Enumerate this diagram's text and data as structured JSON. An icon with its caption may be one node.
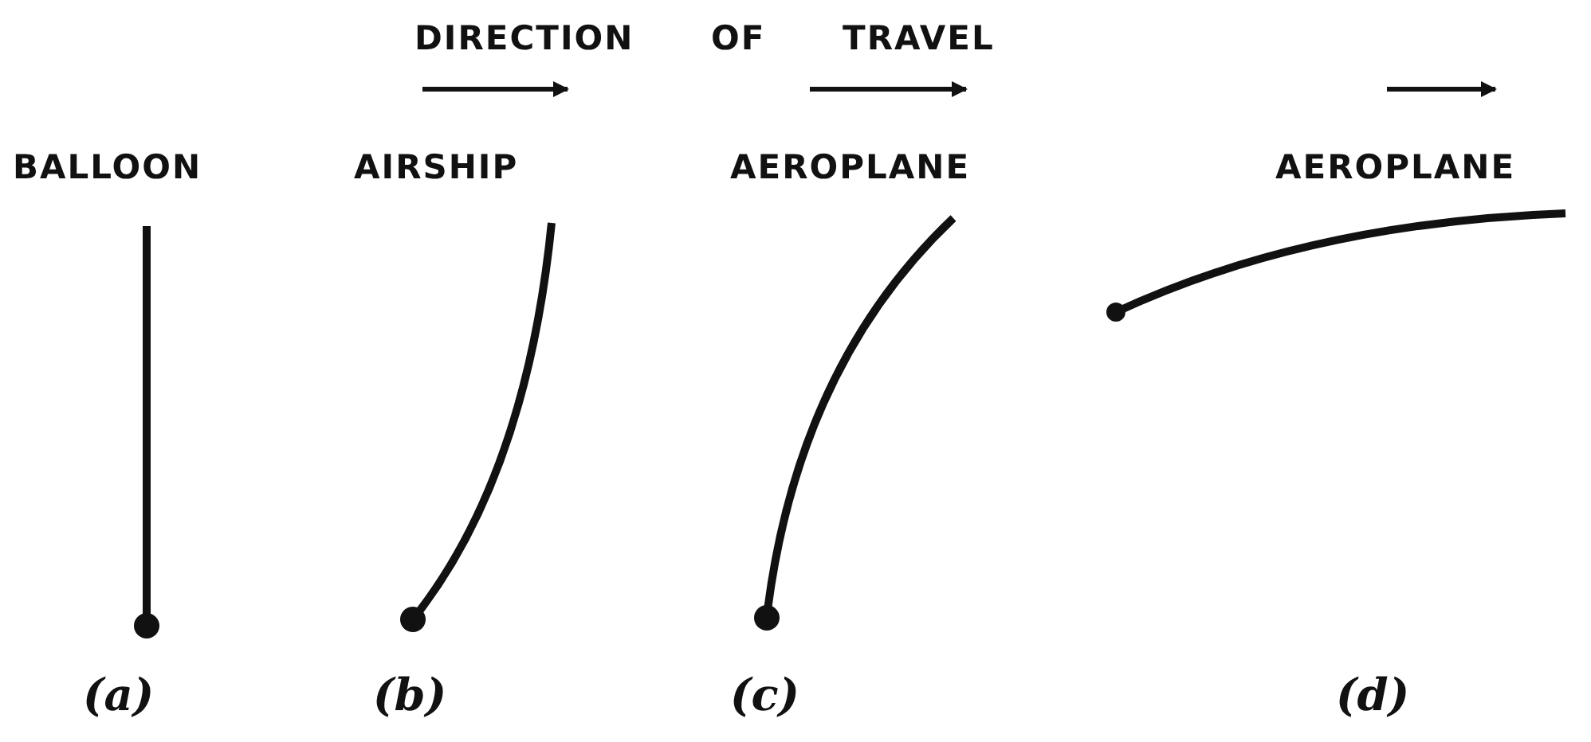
{
  "diagram": {
    "title": "DIRECTION OF TRAVEL",
    "labels": [
      "BALLOON",
      "AIRSHIP",
      "AEROPLANE",
      "AEROPLANE",
      "(a)",
      "(b)",
      "(c)",
      "(d)"
    ]
  }
}
